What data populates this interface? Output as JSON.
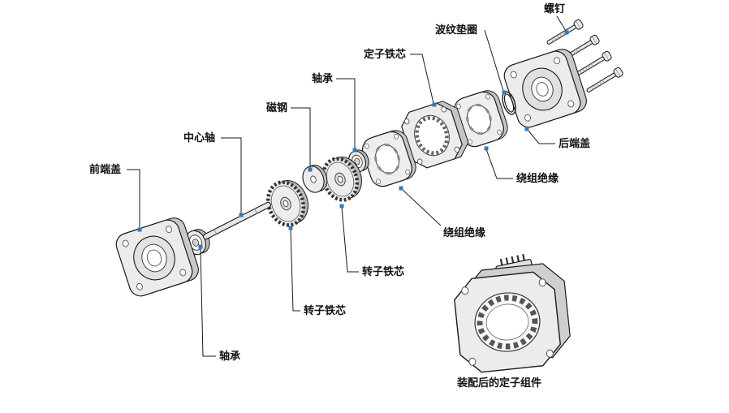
{
  "labels": {
    "front_cover": "前端盖",
    "bearing_bottom": "轴承",
    "center_shaft": "中心轴",
    "rotor_core_left": "转子铁芯",
    "magnet": "磁钢",
    "rotor_core_mid": "转子铁芯",
    "bearing_top": "轴承",
    "stator_core": "定子铁芯",
    "winding_insulation_mid": "绕组绝缘",
    "winding_insulation_right": "绕组绝缘",
    "wave_washer": "波纹垫圈",
    "rear_cover": "后端盖",
    "screw": "螺钉",
    "assembled_caption": "装配后的定子组件"
  },
  "colors": {
    "leader_line": "#1a1a1a",
    "dot": "#2e7bbf",
    "part_fill": "#ececec",
    "part_shadow": "#c9c9c9",
    "outline": "#1a1a1a",
    "background": "#ffffff"
  }
}
